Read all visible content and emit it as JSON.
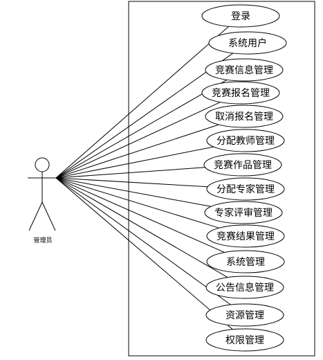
{
  "actor": {
    "label": "管理员"
  },
  "use_cases": [
    "登录",
    "系统用户",
    "竞赛信息管理",
    "竞赛报名管理",
    "取消报名管理",
    "分配教师管理",
    "竞赛作品管理",
    "分配专家管理",
    "专家评审管理",
    "竞赛结果管理",
    "系统管理",
    "公告信息管理",
    "资源管理",
    "权限管理"
  ]
}
